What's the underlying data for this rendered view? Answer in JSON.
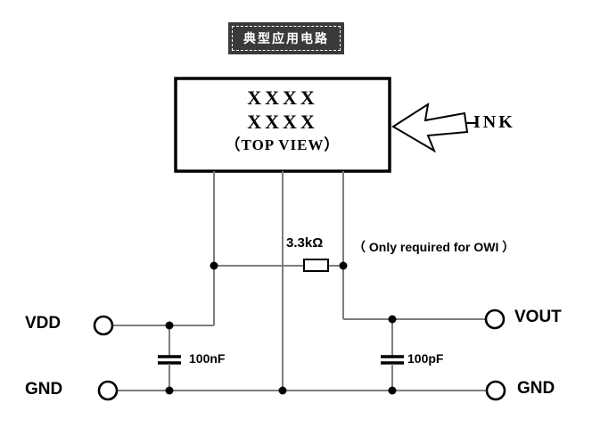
{
  "badge": {
    "label": "典型应用电路"
  },
  "ic": {
    "line1": "XXXX",
    "line2": "XXXX",
    "line3": "（TOP VIEW）"
  },
  "callout": {
    "label": "INK"
  },
  "resistor": {
    "value": "3.3kΩ",
    "note": "（ Only required for OWI ）"
  },
  "capacitor_left": {
    "value": "100nF"
  },
  "capacitor_right": {
    "value": "100pF"
  },
  "terminals": {
    "vdd": "VDD",
    "gnd_left": "GND",
    "vout": "VOUT",
    "gnd_right": "GND"
  },
  "colors": {
    "wire": "#7d7d7d",
    "component": "#000000",
    "badge_bg": "#3a3a3a",
    "badge_text": "#ffffff"
  }
}
